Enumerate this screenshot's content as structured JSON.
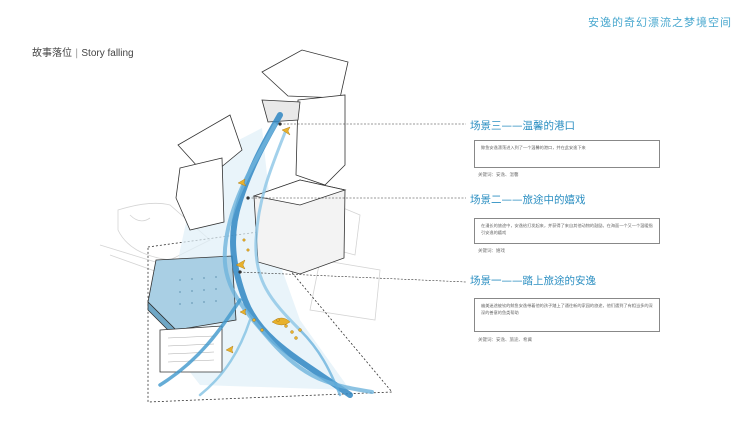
{
  "header": {
    "slide_title": "安逸的奇幻漂流之梦境空间",
    "section_cn": "故事落位",
    "section_sep": "|",
    "section_en": "Story falling"
  },
  "scenes": [
    {
      "title": "场景三——温馨的港口",
      "description": "鲸鱼安逸漂荡进入到了一个温馨的港口，并在此安逸下来",
      "keywords": "关键词：安逸、温馨"
    },
    {
      "title": "场景二——旅途中的嬉戏",
      "description": "在漫长的旅途中，安逸给打发起来，并获得了来自其他动物的鼓励。在海面一个又一个温暖指引安逸的嬉戏",
      "keywords": "关键词：嬉戏"
    },
    {
      "title": "场景一——踏上旅途的安逸",
      "description": "幽美迷途被钦的鲸鱼安逸带着他的孩子踏上了通往新的家园的旅途，他们遇到了有相当多的深深的善意的鱼类帮助",
      "keywords": "关键词：安逸、旅途、希冀"
    }
  ],
  "colors": {
    "accent": "#2c8fc2",
    "water_light": "#bfe3f3",
    "water_dark": "#2f86c2",
    "fish": "#e8b12c"
  }
}
